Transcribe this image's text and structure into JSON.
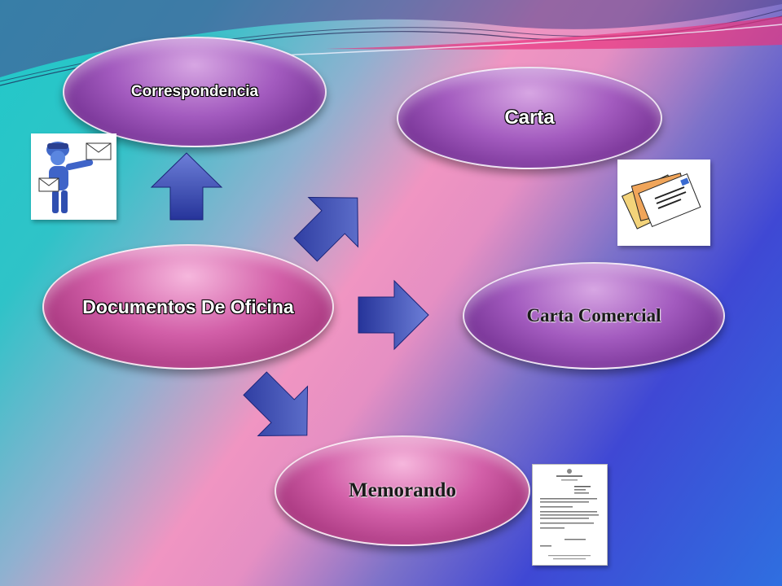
{
  "diagram": {
    "center": "Documentos De Oficina",
    "nodes": {
      "correspondencia": "Correspondencia",
      "carta": "Carta",
      "carta_comercial": "Carta Comercial",
      "memorando": "Memorando"
    }
  },
  "colors": {
    "arrow_fill": "#3e4fb8",
    "oval_purple": "#7a2f99",
    "oval_pink": "#b5338a"
  },
  "icons": [
    "mail-carrier-icon",
    "letters-icon",
    "memo-document-icon"
  ]
}
